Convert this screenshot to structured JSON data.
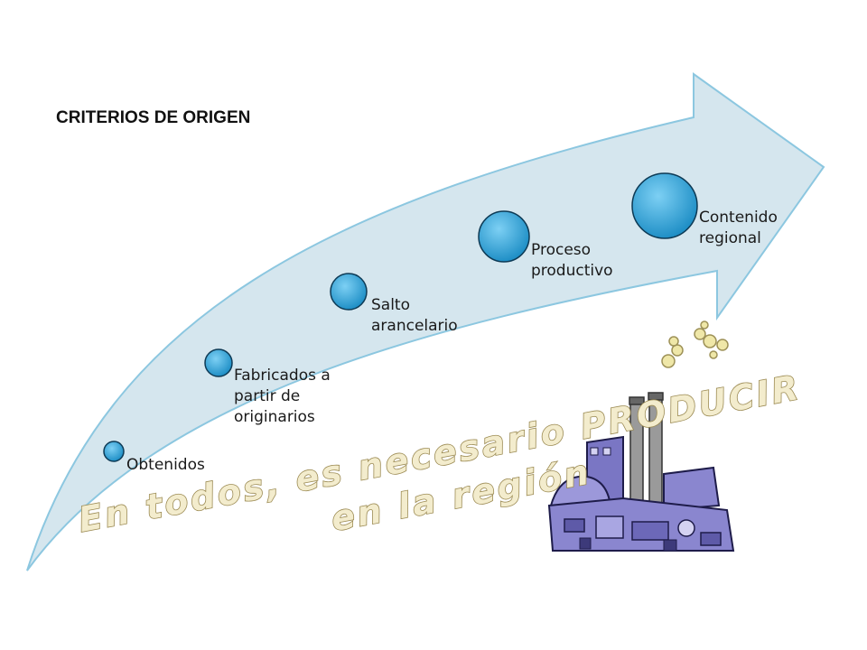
{
  "title": "CRITERIOS DE ORIGEN",
  "steps": [
    {
      "label": "Obtenidos"
    },
    {
      "label": "Fabricados a\npartir de\noriginarios"
    },
    {
      "label": "Salto\narancelario"
    },
    {
      "label": "Proceso\nproductivo"
    },
    {
      "label": "Contenido\nregional"
    }
  ],
  "banner": {
    "line1": "En todos, es necesario PRODUCIR",
    "line2": "en la región"
  },
  "colors": {
    "arrow_fill": "#d5e6ee",
    "arrow_stroke": "#8cc7e0",
    "bubble": "#33a9df",
    "banner_fill": "#f3eccd",
    "banner_stroke": "#9b8a52",
    "factory": "#8a86cf"
  },
  "icons": [
    "factory-icon"
  ]
}
